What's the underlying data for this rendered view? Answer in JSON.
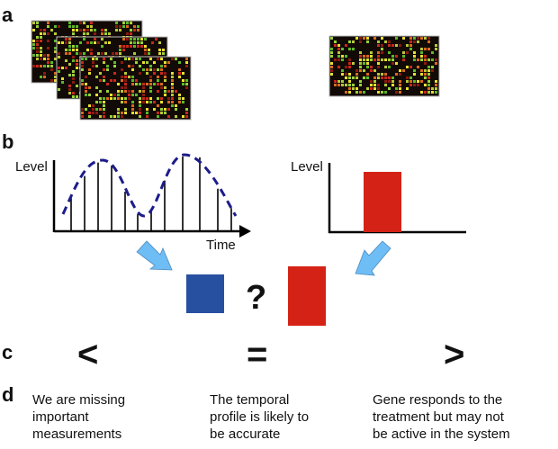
{
  "panels": {
    "a": "a",
    "b": "b",
    "c": "c",
    "d": "d"
  },
  "colors": {
    "blue_square": "#2750a0",
    "red_bar": "#d42316",
    "arrow": "#6fbdf5",
    "dashed_curve": "#1c1c8a"
  },
  "time_series_plot": {
    "y_label": "Level",
    "x_label": "Time",
    "sample_levels": [
      0.45,
      0.74,
      0.92,
      0.88,
      0.53,
      0.23,
      0.29,
      0.68,
      1.0,
      0.99,
      0.57,
      0.31
    ]
  },
  "single_point_plot": {
    "y_label": "Level",
    "bar_level": 1.0
  },
  "comparison": {
    "question": "?"
  },
  "symbols": {
    "less": "<",
    "equal": "=",
    "greater": ">"
  },
  "interpretations": [
    {
      "lines": [
        "We are missing",
        "important",
        "measurements"
      ]
    },
    {
      "lines": [
        "The temporal",
        "profile is likely to",
        "be accurate"
      ]
    },
    {
      "lines": [
        "Gene responds to the",
        "treatment but may not",
        "be active in the system"
      ]
    }
  ]
}
